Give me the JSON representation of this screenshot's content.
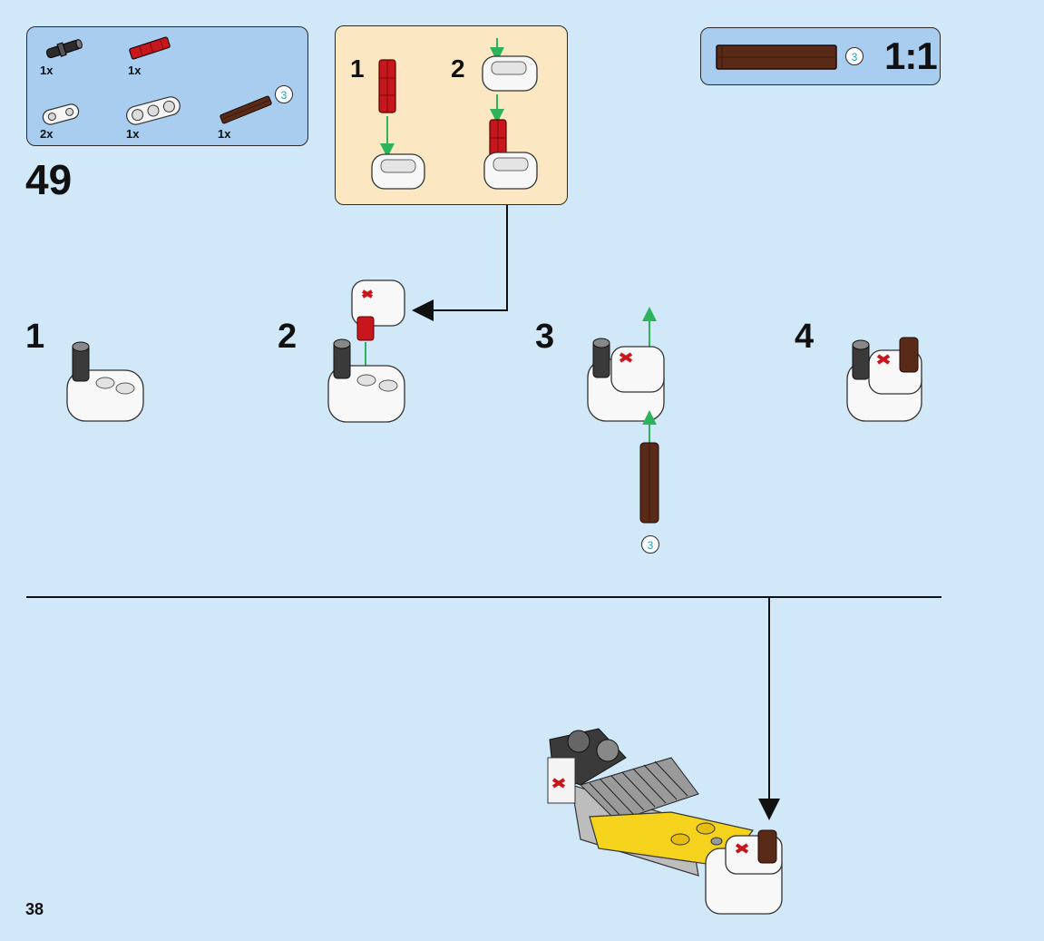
{
  "step": {
    "number": "49"
  },
  "page": {
    "number": "38"
  },
  "parts_list": {
    "items": [
      {
        "name": "black-connector-pin",
        "qty": "1x",
        "color": "#2b2b2b"
      },
      {
        "name": "red-axle-connector",
        "qty": "1x",
        "color": "#c8161d"
      },
      {
        "name": "white-beam-2",
        "qty": "2x",
        "color": "#f2f2f2"
      },
      {
        "name": "white-beam-3",
        "qty": "1x",
        "color": "#f2f2f2"
      },
      {
        "name": "brown-axle-3",
        "qty": "1x",
        "color": "#5a2a18",
        "length_badge": "3"
      }
    ]
  },
  "sub_assembly": {
    "steps": [
      {
        "label": "1"
      },
      {
        "label": "2"
      }
    ]
  },
  "scale_guide": {
    "badge": "3",
    "ratio": "1:1"
  },
  "main_steps": [
    {
      "label": "1"
    },
    {
      "label": "2"
    },
    {
      "label": "3",
      "axle_badge": "3"
    },
    {
      "label": "4"
    }
  ],
  "colors": {
    "background": "#d1e8f8",
    "panel_blue": "#a9cdee",
    "panel_cream": "#fbe8c2",
    "arrow_green": "#2db35a",
    "brick_red": "#c8161d",
    "brick_brown": "#5a2a18",
    "brick_yellow": "#f5d21b"
  }
}
